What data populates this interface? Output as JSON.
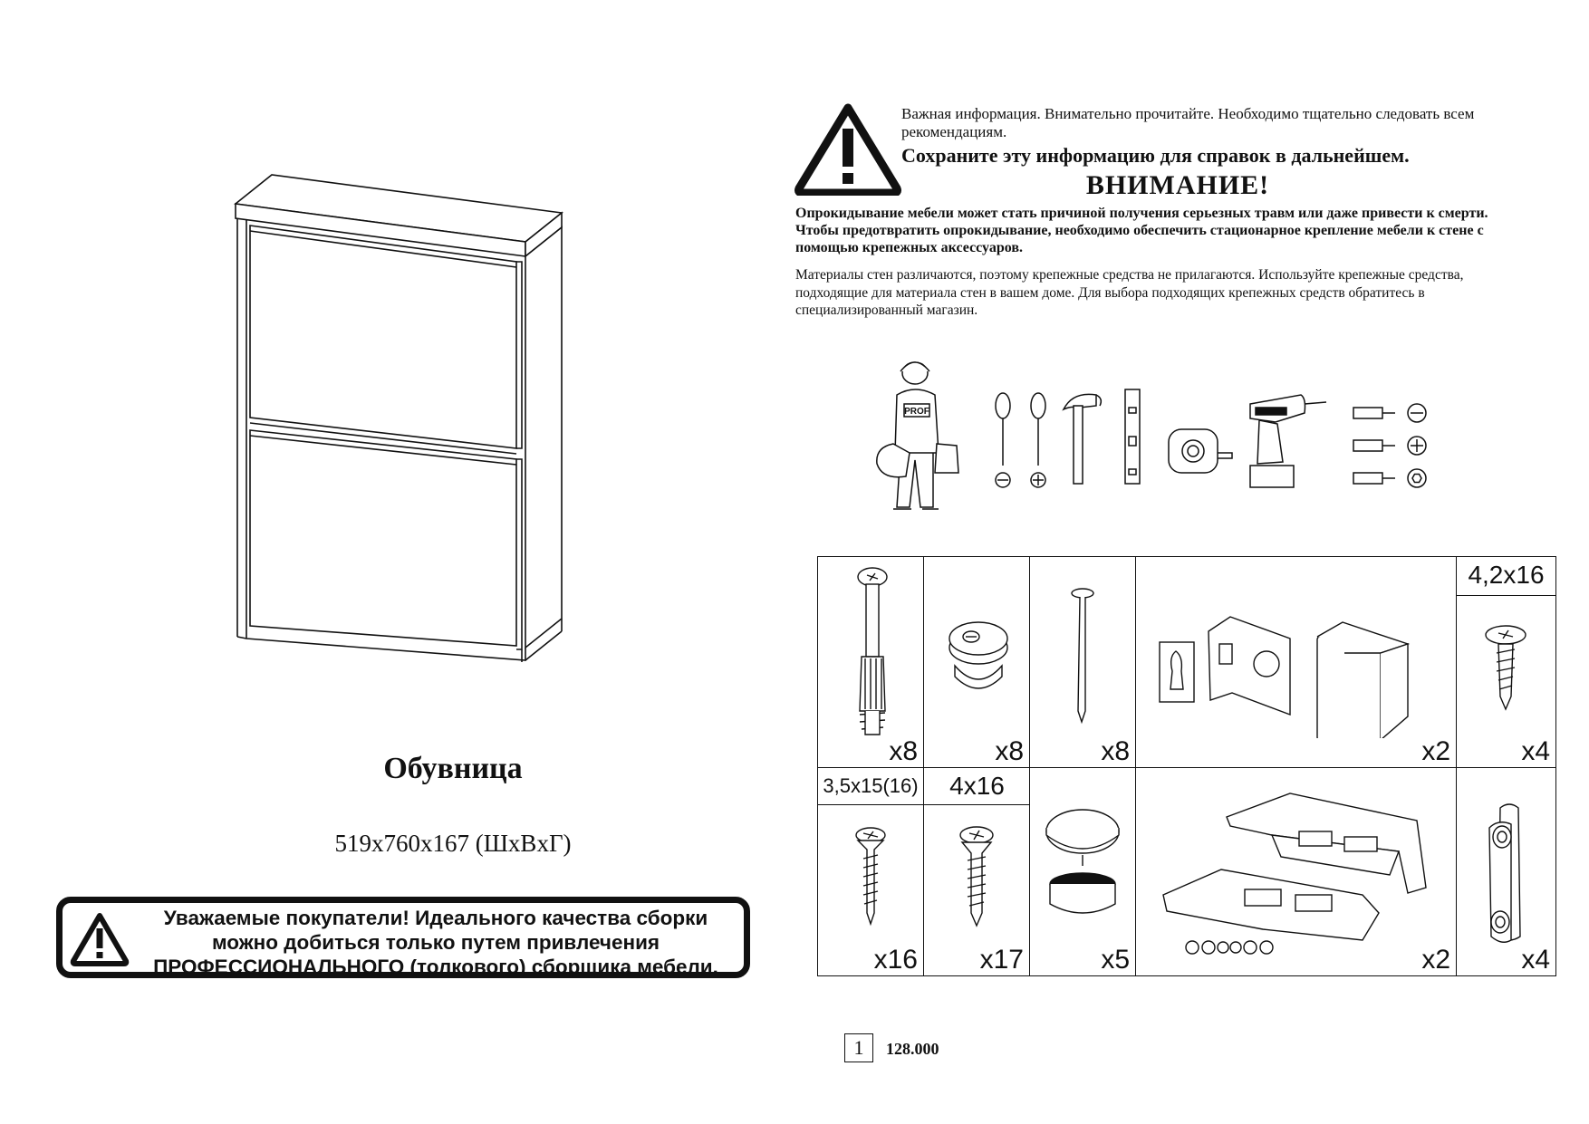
{
  "left_page": {
    "product_name": "Обувница",
    "dimensions": "519x760x167 (ШxВxГ)",
    "customer_notice": {
      "line1": "Уважаемые покупатели! Идеального качества сборки",
      "line2": "можно добиться только путем привлечения",
      "line3": "ПРОФЕССИОНАЛЬНОГО (толкового) сборщика мебели.",
      "icon": "warning-triangle-icon"
    }
  },
  "right_page": {
    "important": {
      "text": "Важная информация. Внимательно прочитайте. Необходимо тщательно следовать всем рекомендациям.",
      "bold": "Сохраните эту информацию для справок в дальнейшем.",
      "icon": "warning-triangle-icon"
    },
    "attention_heading": "ВНИМАНИЕ!",
    "tip_over_warning": "Опрокидывание мебели может стать причиной получения серьезных травм или даже привести к смерти. Чтобы предотвратить опрокидывание, необходимо обеспечить стационарное крепление мебели к стене с помощью крепежных аксессуаров.",
    "materials_note": "Материалы стен различаются, поэтому  крепежные средства не прилагаются. Используйте крепежные средства, подходящие для материала стен в вашем доме. Для выбора подходящих крепежных средств обратитесь в специализированный магазин.",
    "tools": [
      "worker-icon",
      "flat-screwdriver-icon",
      "phillips-screwdriver-icon",
      "hammer-icon",
      "spirit-level-icon",
      "tape-measure-icon",
      "cordless-drill-icon",
      "drill-bits-icon"
    ],
    "tool_labels": {
      "worker_badge": "PROF"
    },
    "hardware": {
      "confirmat_bolt": {
        "qty": "x8"
      },
      "cam_lock": {
        "qty": "x8"
      },
      "nail": {
        "qty": "x8"
      },
      "wall_bracket_set": {
        "qty": "x2"
      },
      "screw_4_2x16": {
        "size": "4,2x16",
        "qty": "x4"
      },
      "screw_3_5x15": {
        "size": "3,5x15(16)",
        "qty": "x16"
      },
      "screw_4x16": {
        "size": "4x16",
        "qty": "x17"
      },
      "furniture_glide": {
        "qty": "x5"
      },
      "shoe_rack_mechanism": {
        "qty": "x2"
      },
      "door_bumper": {
        "qty": "x4"
      }
    },
    "page_number": "1",
    "doc_code": "128.000"
  }
}
